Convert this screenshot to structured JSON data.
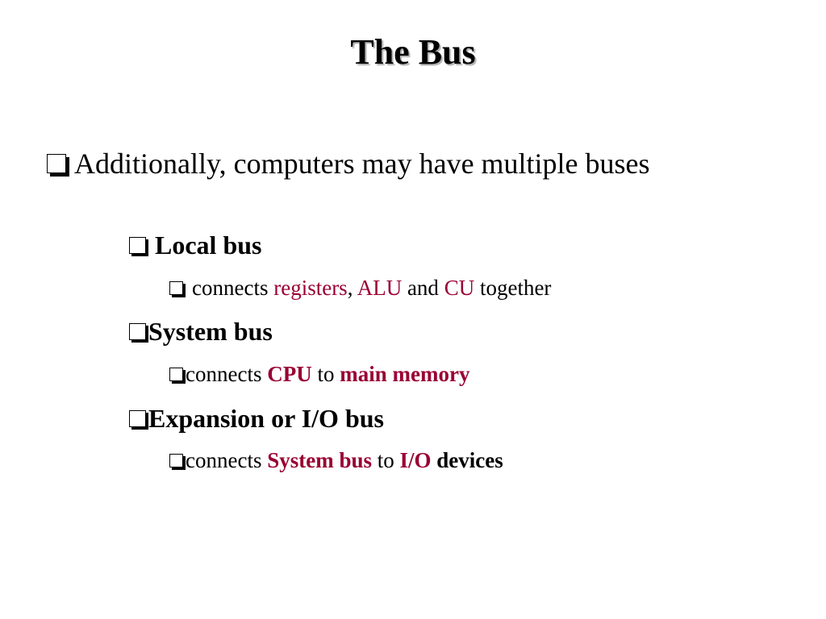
{
  "slide": {
    "title": "The Bus",
    "accent_color": "#990033",
    "main_bullet": "Additionally, computers may have multiple buses",
    "local_bus": {
      "heading": "Local bus",
      "desc_prefix": "connects ",
      "term_registers": "registers",
      "comma": ", ",
      "term_alu": "ALU",
      "and_word": " and ",
      "term_cu": "CU",
      "desc_suffix": " together"
    },
    "system_bus": {
      "heading": "System bus",
      "desc_prefix": "connects ",
      "term_cpu": "CPU",
      "to_word": " to ",
      "term_main_memory": "main memory"
    },
    "expansion_bus": {
      "heading": "Expansion or I/O bus",
      "desc_prefix": "connects ",
      "term_system_bus": "System bus",
      "to_word": " to ",
      "term_io": "I/O",
      "space": " ",
      "term_devices": "devices"
    },
    "bullet_icon": "checkbox-bullet-icon"
  }
}
